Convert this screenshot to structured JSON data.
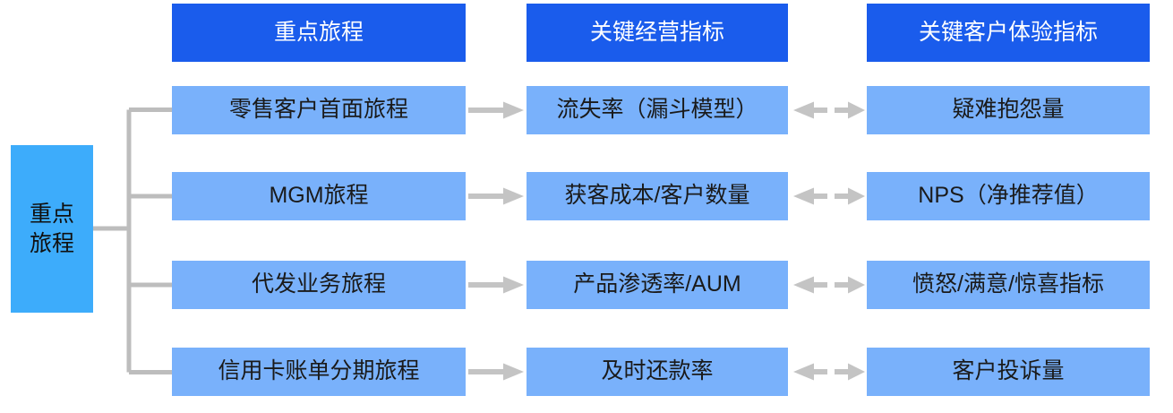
{
  "diagram": {
    "title_root": "重点\n旅程",
    "root_label_line1": "重点",
    "root_label_line2": "旅程",
    "headers": [
      {
        "label": "重点旅程",
        "name": "header-key-journey"
      },
      {
        "label": "关键经营指标",
        "name": "header-key-business-metrics"
      },
      {
        "label": "关键客户体验指标",
        "name": "header-key-cx-metrics"
      }
    ],
    "rows": [
      {
        "journey": "零售客户首面旅程",
        "business_metric": "流失率（漏斗模型）",
        "cx_metric": "疑难抱怨量"
      },
      {
        "journey": "MGM旅程",
        "business_metric": "获客成本/客户数量",
        "cx_metric": "NPS（净推荐值）"
      },
      {
        "journey": "代发业务旅程",
        "business_metric": "产品渗透率/AUM",
        "cx_metric": "愤怒/满意/惊喜指标"
      },
      {
        "journey": "信用卡账单分期旅程",
        "business_metric": "及时还款率",
        "cx_metric": "客户投诉量"
      }
    ],
    "connectors": {
      "journey_to_business": "solid-arrow-right-icon",
      "business_to_cx": "dashed-double-arrow-icon",
      "root_to_journeys": "bracket-connector-icon"
    },
    "colors": {
      "header_blue": "#1A5CEC",
      "cell_blue": "#79B1FB",
      "root_blue": "#3DACFB",
      "connector_gray": "#BDBDBD",
      "arrow_gray": "#C4C4C4",
      "text_light": "#FFFFFF",
      "text_dark": "#1A1A1A",
      "background": "#FFFFFF"
    }
  }
}
